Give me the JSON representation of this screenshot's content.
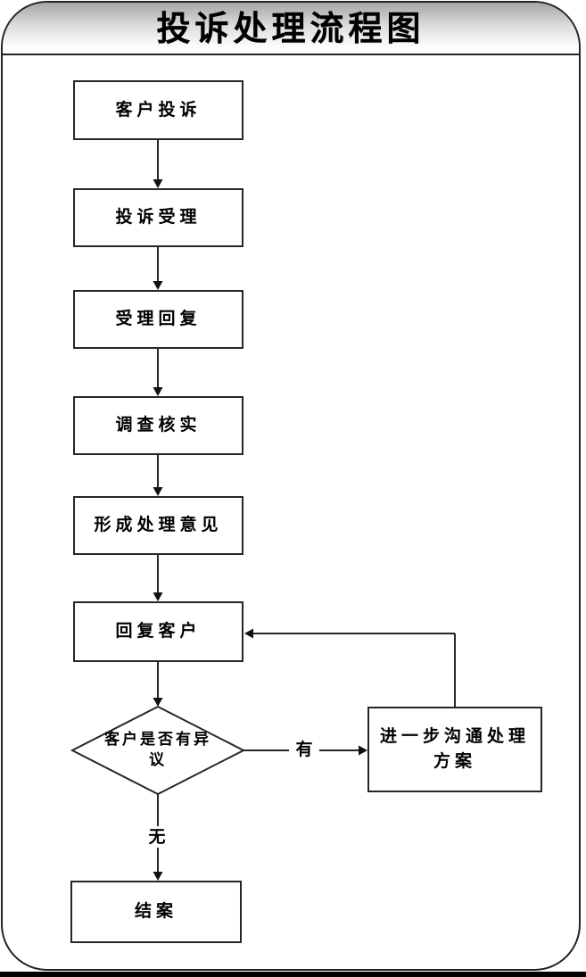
{
  "title": "投诉处理流程图",
  "flowchart": {
    "nodes": [
      {
        "id": "customer-complaint",
        "label": "客户投诉",
        "type": "process"
      },
      {
        "id": "complaint-acceptance",
        "label": "投诉受理",
        "type": "process"
      },
      {
        "id": "acceptance-reply",
        "label": "受理回复",
        "type": "process"
      },
      {
        "id": "investigation",
        "label": "调查核实",
        "type": "process"
      },
      {
        "id": "form-opinion",
        "label": "形成处理意见",
        "type": "process"
      },
      {
        "id": "reply-customer",
        "label": "回复客户",
        "type": "process"
      },
      {
        "id": "customer-objection",
        "label": "客户是否有异议",
        "type": "decision"
      },
      {
        "id": "further-communication",
        "label": "进一步沟通处理方案",
        "type": "process"
      },
      {
        "id": "close-case",
        "label": "结案",
        "type": "process"
      }
    ],
    "edges": [
      {
        "from": "customer-complaint",
        "to": "complaint-acceptance",
        "label": ""
      },
      {
        "from": "complaint-acceptance",
        "to": "acceptance-reply",
        "label": ""
      },
      {
        "from": "acceptance-reply",
        "to": "investigation",
        "label": ""
      },
      {
        "from": "investigation",
        "to": "form-opinion",
        "label": ""
      },
      {
        "from": "form-opinion",
        "to": "reply-customer",
        "label": ""
      },
      {
        "from": "reply-customer",
        "to": "customer-objection",
        "label": ""
      },
      {
        "from": "customer-objection",
        "to": "further-communication",
        "label": "有"
      },
      {
        "from": "customer-objection",
        "to": "close-case",
        "label": "无"
      },
      {
        "from": "further-communication",
        "to": "reply-customer",
        "label": ""
      }
    ]
  },
  "colors": {
    "line": "#262626",
    "node_border": "#262626",
    "node_background": "#ffffff",
    "titlebar_gradient_top": "#a6a6a6",
    "titlebar_gradient_bottom": "#ffffff",
    "text": "#000000",
    "bottom_bar": "#000000"
  }
}
